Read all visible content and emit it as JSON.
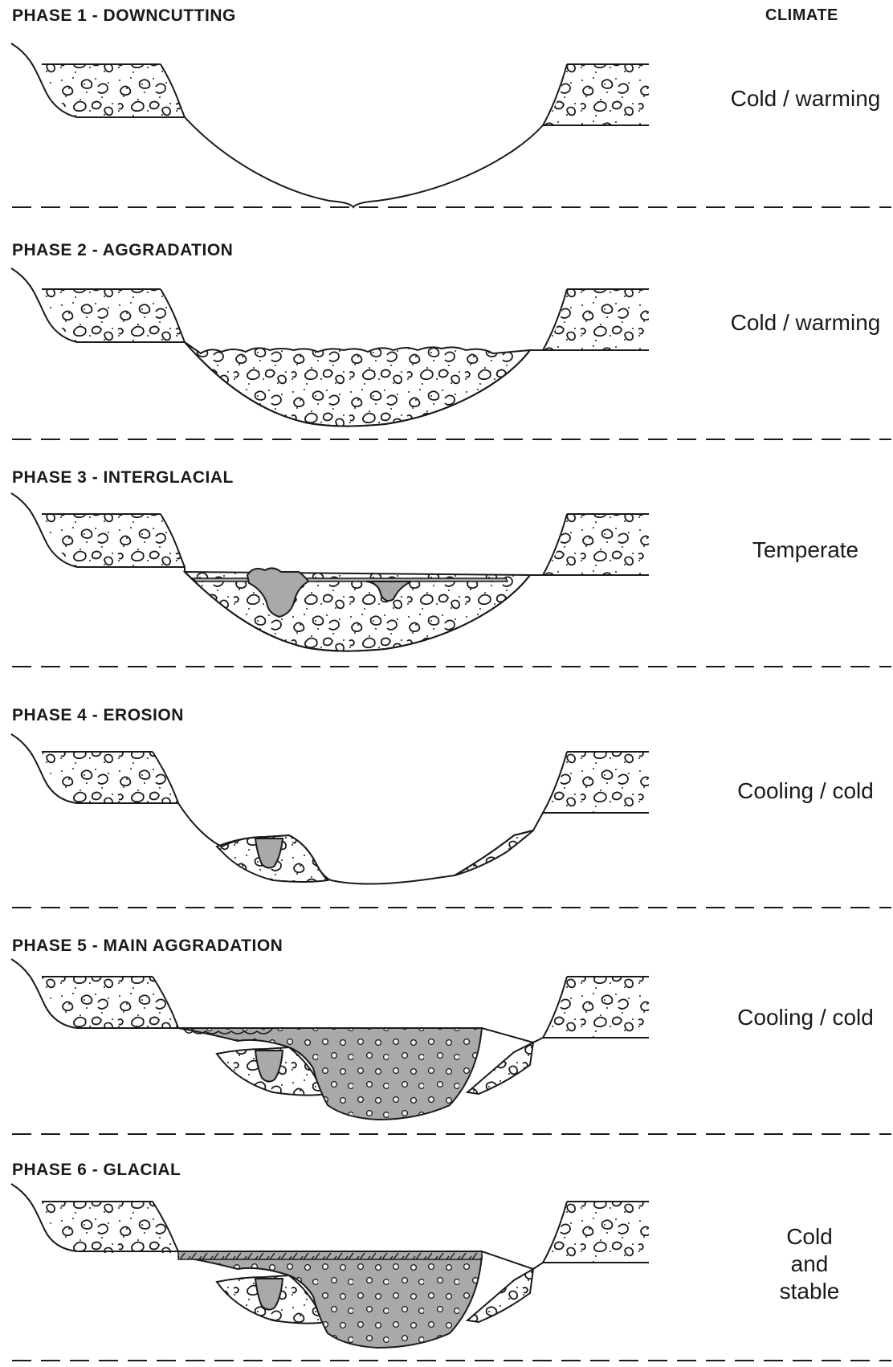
{
  "header": {
    "climate_label": "CLIMATE"
  },
  "phases": [
    {
      "title": "PHASE 1 - DOWNCUTTING",
      "climate": [
        "Cold / warming"
      ]
    },
    {
      "title": "PHASE 2 - AGGRADATION",
      "climate": [
        "Cold / warming"
      ]
    },
    {
      "title": "PHASE 3 - INTERGLACIAL",
      "climate": [
        "Temperate"
      ]
    },
    {
      "title": "PHASE 4 - EROSION",
      "climate": [
        "Cooling / cold"
      ]
    },
    {
      "title": "PHASE 5 - MAIN AGGRADATION",
      "climate": [
        "Cooling / cold"
      ]
    },
    {
      "title": "PHASE 6 - GLACIAL",
      "climate": [
        "Cold",
        "and",
        "stable"
      ]
    }
  ],
  "colors": {
    "ink": "#1a1a1a",
    "fill_gray": "#a9a9a9",
    "background": "#ffffff"
  }
}
